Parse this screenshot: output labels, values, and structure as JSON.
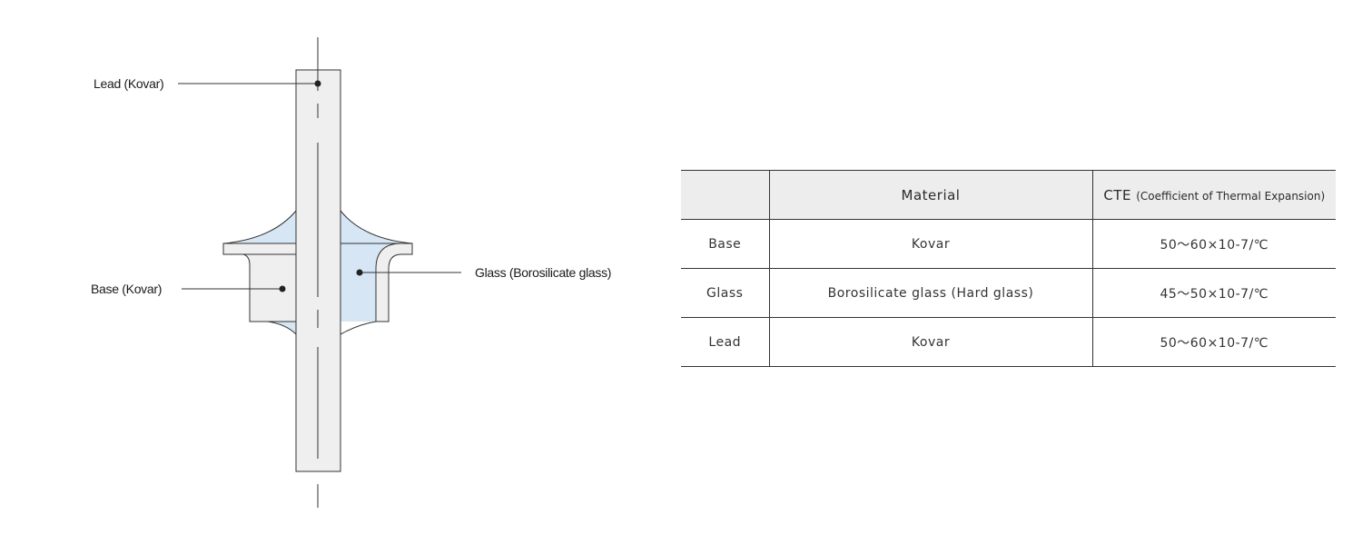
{
  "diagram": {
    "callouts": {
      "lead": "Lead (Kovar)",
      "base": "Base (Kovar)",
      "glass": "Glass (Borosilicate glass)"
    },
    "colors": {
      "metal_fill": "#efefef",
      "glass_fill": "#d6e6f4",
      "outline": "#333333"
    }
  },
  "table": {
    "headers": {
      "part": "",
      "material": "Material",
      "cte_main": "CTE",
      "cte_sub": "(Coefficient of Thermal Expansion)"
    },
    "rows": [
      {
        "part": "Base",
        "material": "Kovar",
        "cte": "50～60×10-7/℃"
      },
      {
        "part": "Glass",
        "material": "Borosilicate glass (Hard glass)",
        "cte": "45～50×10-7/℃"
      },
      {
        "part": "Lead",
        "material": "Kovar",
        "cte": "50～60×10-7/℃"
      }
    ],
    "colors": {
      "header_bg": "#ededed",
      "rule": "#333333"
    }
  }
}
